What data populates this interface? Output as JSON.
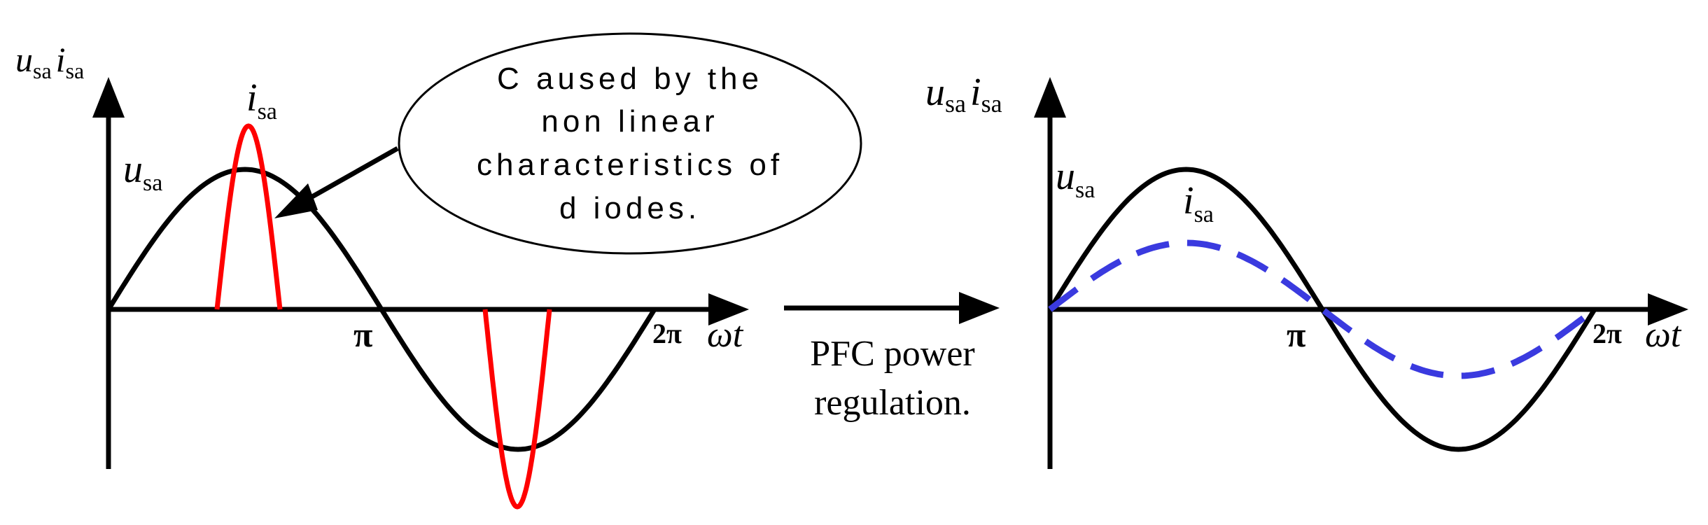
{
  "left_panel": {
    "y_axis_label": {
      "main": "u",
      "main_sub": "sa",
      "second": "i",
      "second_sub": "sa"
    },
    "curve_label_current": {
      "main": "i",
      "sub": "sa"
    },
    "curve_label_voltage": {
      "main": "u",
      "sub": "sa"
    },
    "tick_pi": "π",
    "tick_2pi": "2π",
    "x_axis_label": "ωt",
    "callout_lines": [
      "C aused by the",
      "non linear",
      "characteristics of",
      "d iodes."
    ],
    "colors": {
      "voltage": "#000000",
      "current": "#ff0000"
    }
  },
  "middle": {
    "arrow_caption_lines": [
      "PFC power",
      "regulation."
    ]
  },
  "right_panel": {
    "y_axis_label": {
      "main": "u",
      "main_sub": "sa",
      "second": "i",
      "second_sub": "sa"
    },
    "curve_label_voltage": {
      "main": "u",
      "sub": "sa"
    },
    "curve_label_current": {
      "main": "i",
      "sub": "sa"
    },
    "tick_pi": "π",
    "tick_2pi": "2π",
    "x_axis_label": "ωt",
    "colors": {
      "voltage": "#000000",
      "current": "#3a3adf"
    }
  }
}
